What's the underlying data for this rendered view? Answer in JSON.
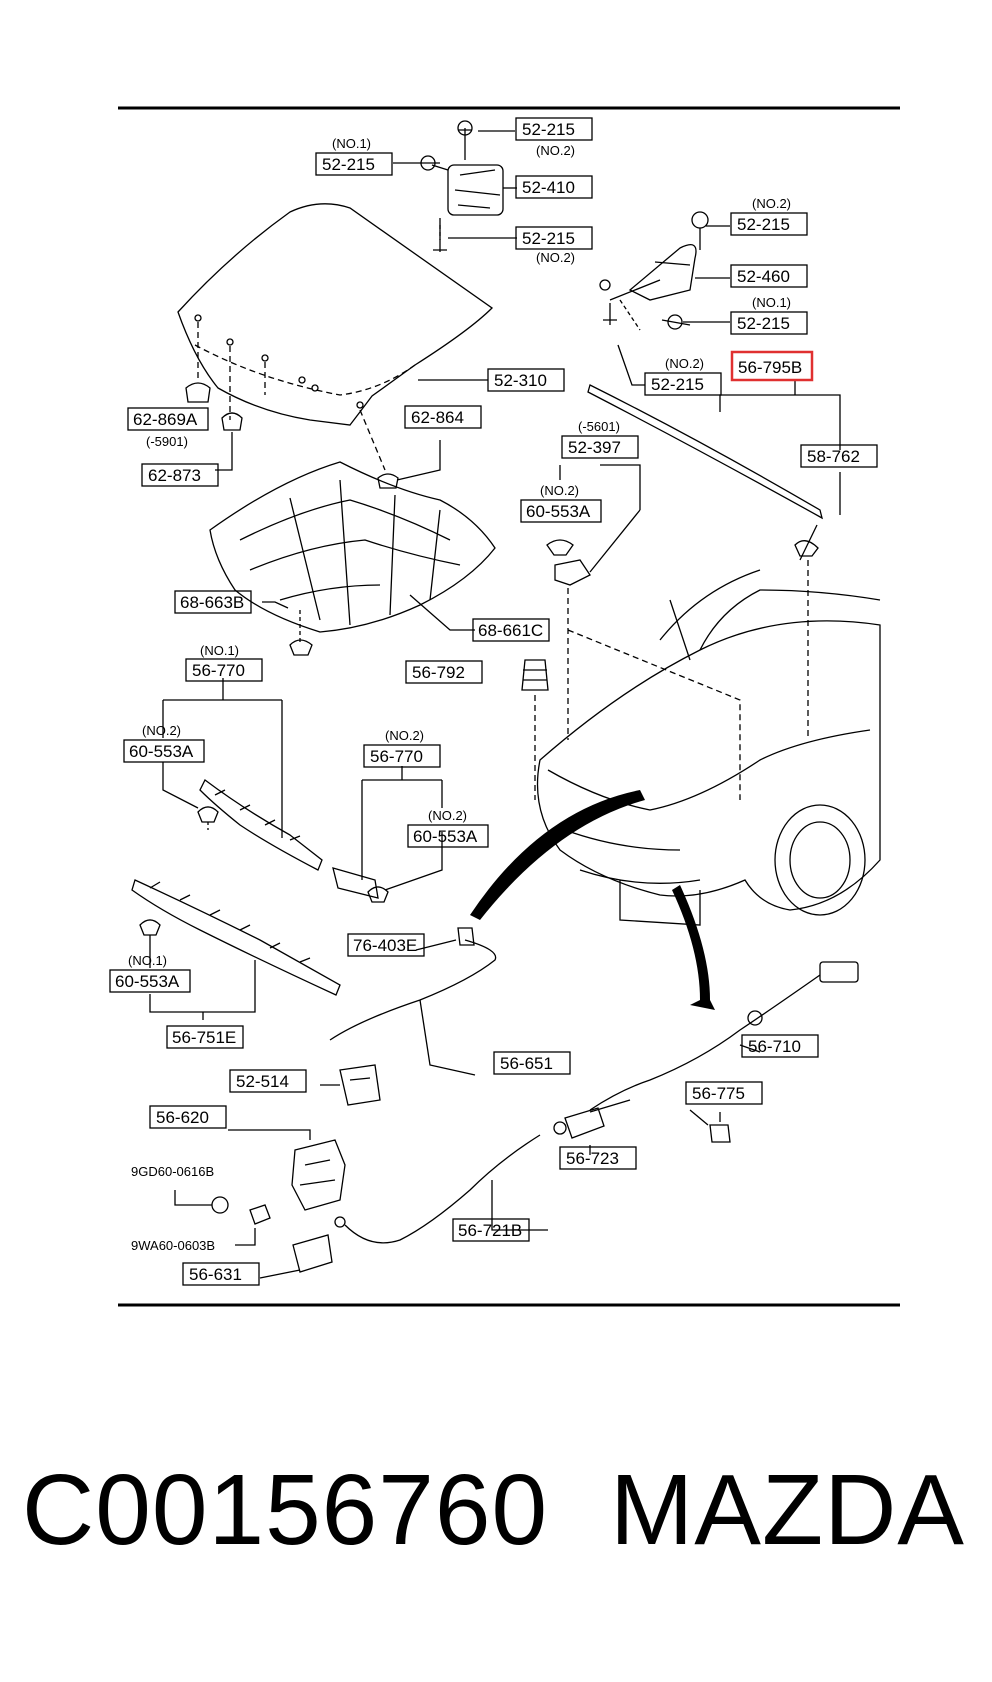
{
  "diagram": {
    "labels": {
      "l_52215_a": "52-215",
      "l_52215_b": "52-215",
      "l_52410": "52-410",
      "l_52215_c": "52-215",
      "l_52215_d": "52-215",
      "l_52460": "52-460",
      "l_52215_e": "52-215",
      "l_52215_f": "52-215",
      "l_567958": "56-795B",
      "l_52310": "52-310",
      "l_62869a": "62-869A",
      "l_62864": "62-864",
      "l_52397": "52-397",
      "l_58762": "58-762",
      "l_62873": "62-873",
      "l_60553a_1": "60-553A",
      "l_68663b": "68-663B",
      "l_68661c": "68-661C",
      "l_56792": "56-792",
      "l_56770_1": "56-770",
      "l_60553a_2": "60-553A",
      "l_56770_2": "56-770",
      "l_60553a_3": "60-553A",
      "l_76403e": "76-403E",
      "l_60553a_4": "60-553A",
      "l_56751e": "56-751E",
      "l_56651": "56-651",
      "l_56710": "56-710",
      "l_52514": "52-514",
      "l_56775": "56-775",
      "l_56620": "56-620",
      "l_56723": "56-723",
      "l_56721b": "56-721B",
      "l_56631": "56-631"
    },
    "notes": {
      "n_no1_a": "(NO.1)",
      "n_no2_a": "(NO.2)",
      "n_no2_b": "(NO.2)",
      "n_no2_c": "(NO.2)",
      "n_no1_b": "(NO.1)",
      "n_no2_d": "(NO.2)",
      "n_5901": "(-5901)",
      "n_5601": "(-5601)",
      "n_no2_e": "(NO.2)",
      "n_no1_c": "(NO.1)",
      "n_no2_f": "(NO.2)",
      "n_no2_g": "(NO.2)",
      "n_no2_h": "(NO.2)",
      "n_no1_d": "(NO.1)",
      "n_9gd": "9GD60-0616B",
      "n_9wa": "9WA60-0603B"
    },
    "highlight_color": "#e03030"
  },
  "footer": {
    "part_number": "C00156760",
    "brand": "MAZDA"
  }
}
